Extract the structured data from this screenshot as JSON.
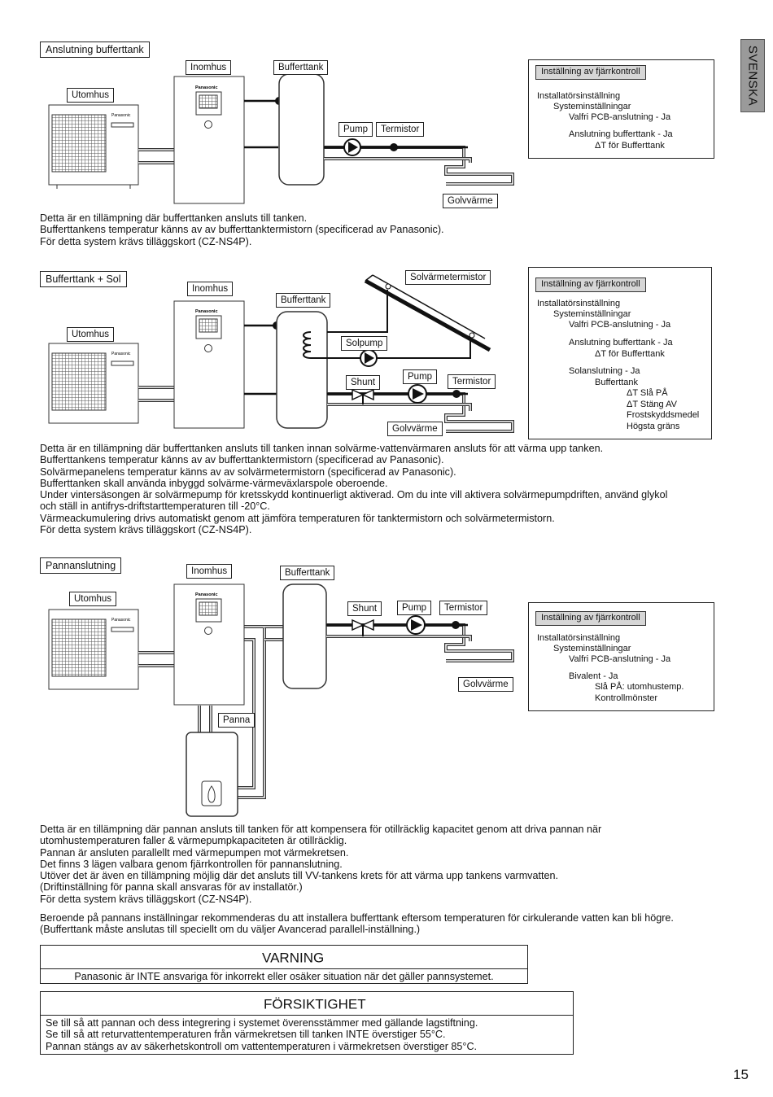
{
  "side_tab": "SVENSKA",
  "page_number": "15",
  "brand": "Panasonic",
  "section1": {
    "title": "Anslutning bufferttank",
    "labels": {
      "indoor": "Inomhus",
      "outdoor": "Utomhus",
      "tank": "Bufferttank",
      "pump": "Pump",
      "thermistor": "Termistor",
      "floor": "Golvvärme"
    },
    "settings": {
      "header": "Inställning av fjärrkontroll",
      "lines": [
        "Installatörsinställning",
        "Systeminställningar",
        "Valfri PCB-anslutning - Ja",
        "Anslutning bufferttank - Ja",
        "ΔT för Bufferttank"
      ]
    },
    "desc": [
      "Detta är en tillämpning där bufferttanken ansluts till tanken.",
      "Bufferttankens temperatur känns av av bufferttanktermistorn (specificerad av Panasonic).",
      "För detta system krävs tilläggskort (CZ-NS4P)."
    ]
  },
  "section2": {
    "title": "Bufferttank + Sol",
    "labels": {
      "indoor": "Inomhus",
      "outdoor": "Utomhus",
      "tank": "Bufferttank",
      "solar_thermistor": "Solvärmetermistor",
      "solar_pump": "Solpump",
      "shunt": "Shunt",
      "pump": "Pump",
      "thermistor": "Termistor",
      "floor": "Golvvärme"
    },
    "settings": {
      "header": "Inställning av fjärrkontroll",
      "lines": [
        "Installatörsinställning",
        "Systeminställningar",
        "Valfri PCB-anslutning - Ja",
        "Anslutning bufferttank - Ja",
        "ΔT för Bufferttank",
        "Solanslutning - Ja",
        "Bufferttank",
        "ΔT Slå PÅ",
        "ΔT Stäng AV",
        "Frostskyddsmedel",
        "Högsta gräns"
      ]
    },
    "desc": [
      "Detta är en tillämpning där bufferttanken ansluts till tanken innan solvärme-vattenvärmaren ansluts för att värma upp tanken.",
      "Bufferttankens temperatur känns av av bufferttanktermistorn (specificerad av Panasonic).",
      "Solvärmepanelens temperatur känns av av solvärmetermistorn (specificerad av Panasonic).",
      "Bufferttanken skall använda inbyggd solvärme-värmeväxlarspole oberoende.",
      "Under vintersäsongen är solvärmepump för kretsskydd kontinuerligt aktiverad. Om du inte vill aktivera solvärmepumpdriften, använd glykol",
      "och ställ in antifrys-driftstarttemperaturen till -20°C.",
      "Värmeackumulering drivs automatiskt genom att jämföra temperaturen för tanktermistorn och solvärmetermistorn.",
      "För detta system krävs tilläggskort (CZ-NS4P)."
    ]
  },
  "section3": {
    "title": "Pannanslutning",
    "labels": {
      "indoor": "Inomhus",
      "outdoor": "Utomhus",
      "tank": "Bufferttank",
      "shunt": "Shunt",
      "pump": "Pump",
      "thermistor": "Termistor",
      "floor": "Golvvärme",
      "boiler": "Panna"
    },
    "settings": {
      "header": "Inställning av fjärrkontroll",
      "lines": [
        "Installatörsinställning",
        "Systeminställningar",
        "Valfri PCB-anslutning - Ja",
        "Bivalent - Ja",
        "Slå PÅ: utomhustemp.",
        "Kontrollmönster"
      ]
    },
    "desc": [
      "Detta är en tillämpning där pannan ansluts till tanken för att kompensera för otillräcklig kapacitet genom att driva pannan när",
      "utomhustemperaturen faller & värmepumpkapaciteten är otillräcklig.",
      "Pannan är ansluten parallellt med värmepumpen mot värmekretsen.",
      "Det finns 3 lägen valbara genom fjärrkontrollen för pannanslutning.",
      "Utöver det är även en tillämpning möjlig där det ansluts till VV-tankens krets för att värma upp tankens varmvatten.",
      "(Driftinställning för panna skall ansvaras för av installatör.)",
      "För detta system krävs tilläggskort (CZ-NS4P)."
    ]
  },
  "note": [
    "Beroende på pannans inställningar rekommenderas du att installera bufferttank eftersom temperaturen för cirkulerande vatten kan bli högre.",
    "(Bufferttank måste anslutas till speciellt om du väljer Avancerad parallell-inställning.)"
  ],
  "warning": {
    "title": "VARNING",
    "lines": [
      "Panasonic är INTE ansvariga för inkorrekt eller osäker situation när det gäller pannsystemet."
    ]
  },
  "caution": {
    "title": "FÖRSIKTIGHET",
    "lines": [
      "Se till så att pannan och dess integrering i systemet överensstämmer med gällande lagstiftning.",
      "Se till så att returvattentemperaturen från värmekretsen till tanken INTE överstiger 55°C.",
      "Pannan stängs av av säkerhetskontroll om vattentemperaturen i värmekretsen överstiger 85°C."
    ]
  }
}
